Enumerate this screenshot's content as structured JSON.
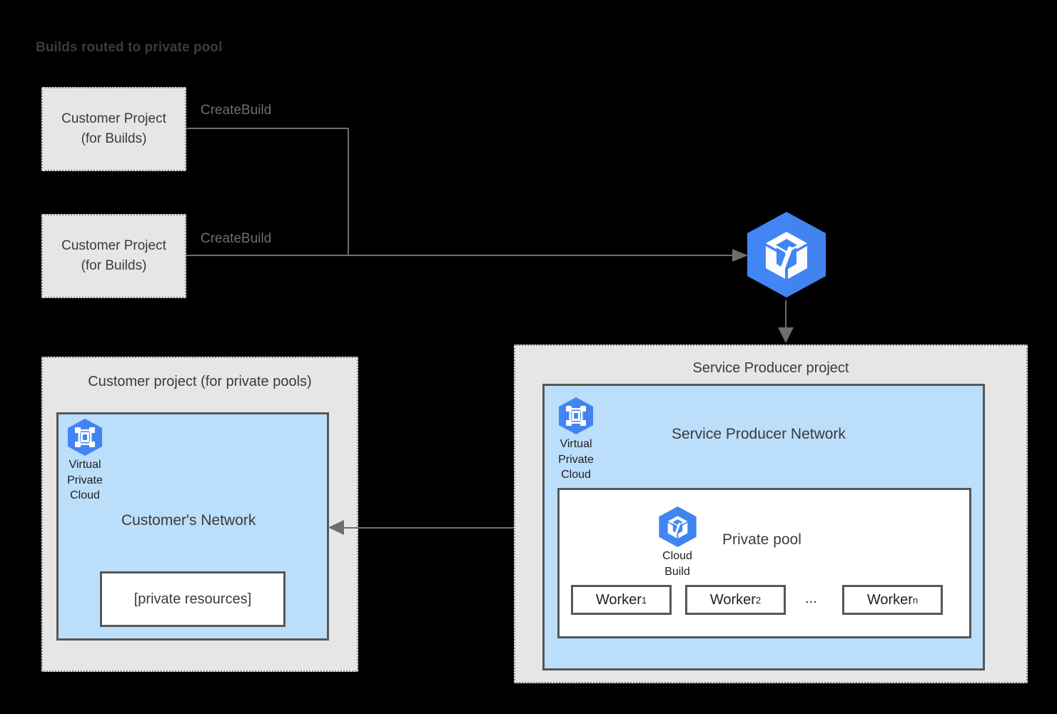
{
  "title": "Builds routed to private pool",
  "colors": {
    "background": "#000000",
    "panel_fill": "#e6e6e6",
    "panel_border": "#8a8a8a",
    "network_fill": "#bbdefb",
    "box_border": "#575757",
    "connector": "#6e6e6e",
    "gcp_blue": "#4285f4",
    "text_dark": "#3b3b3b"
  },
  "customer_build_projects": [
    {
      "line1": "Customer Project",
      "line2": "(for Builds)",
      "edge_label": "CreateBuild"
    },
    {
      "line1": "Customer Project",
      "line2": "(for Builds)",
      "edge_label": "CreateBuild"
    }
  ],
  "cloud_build_service": {
    "icon": "cloud-build-icon"
  },
  "customer_pool_project": {
    "panel_title": "Customer project (for private pools)",
    "network_title": "Customer's Network",
    "vpc_icon_caption_line1": "Virtual",
    "vpc_icon_caption_line2": "Private",
    "vpc_icon_caption_line3": "Cloud",
    "private_resources_label": "[private resources]"
  },
  "service_producer_project": {
    "panel_title": "Service Producer project",
    "network_title": "Service Producer Network",
    "vpc_icon_caption_line1": "Virtual",
    "vpc_icon_caption_line2": "Private",
    "vpc_icon_caption_line3": "Cloud",
    "private_pool": {
      "label": "Private pool",
      "cloud_build_caption_line1": "Cloud",
      "cloud_build_caption_line2": "Build",
      "workers": [
        {
          "name": "Worker",
          "sub": "1"
        },
        {
          "name": "Worker",
          "sub": "2"
        },
        {
          "name": "Worker",
          "sub": "n"
        }
      ],
      "ellipsis": "..."
    }
  }
}
